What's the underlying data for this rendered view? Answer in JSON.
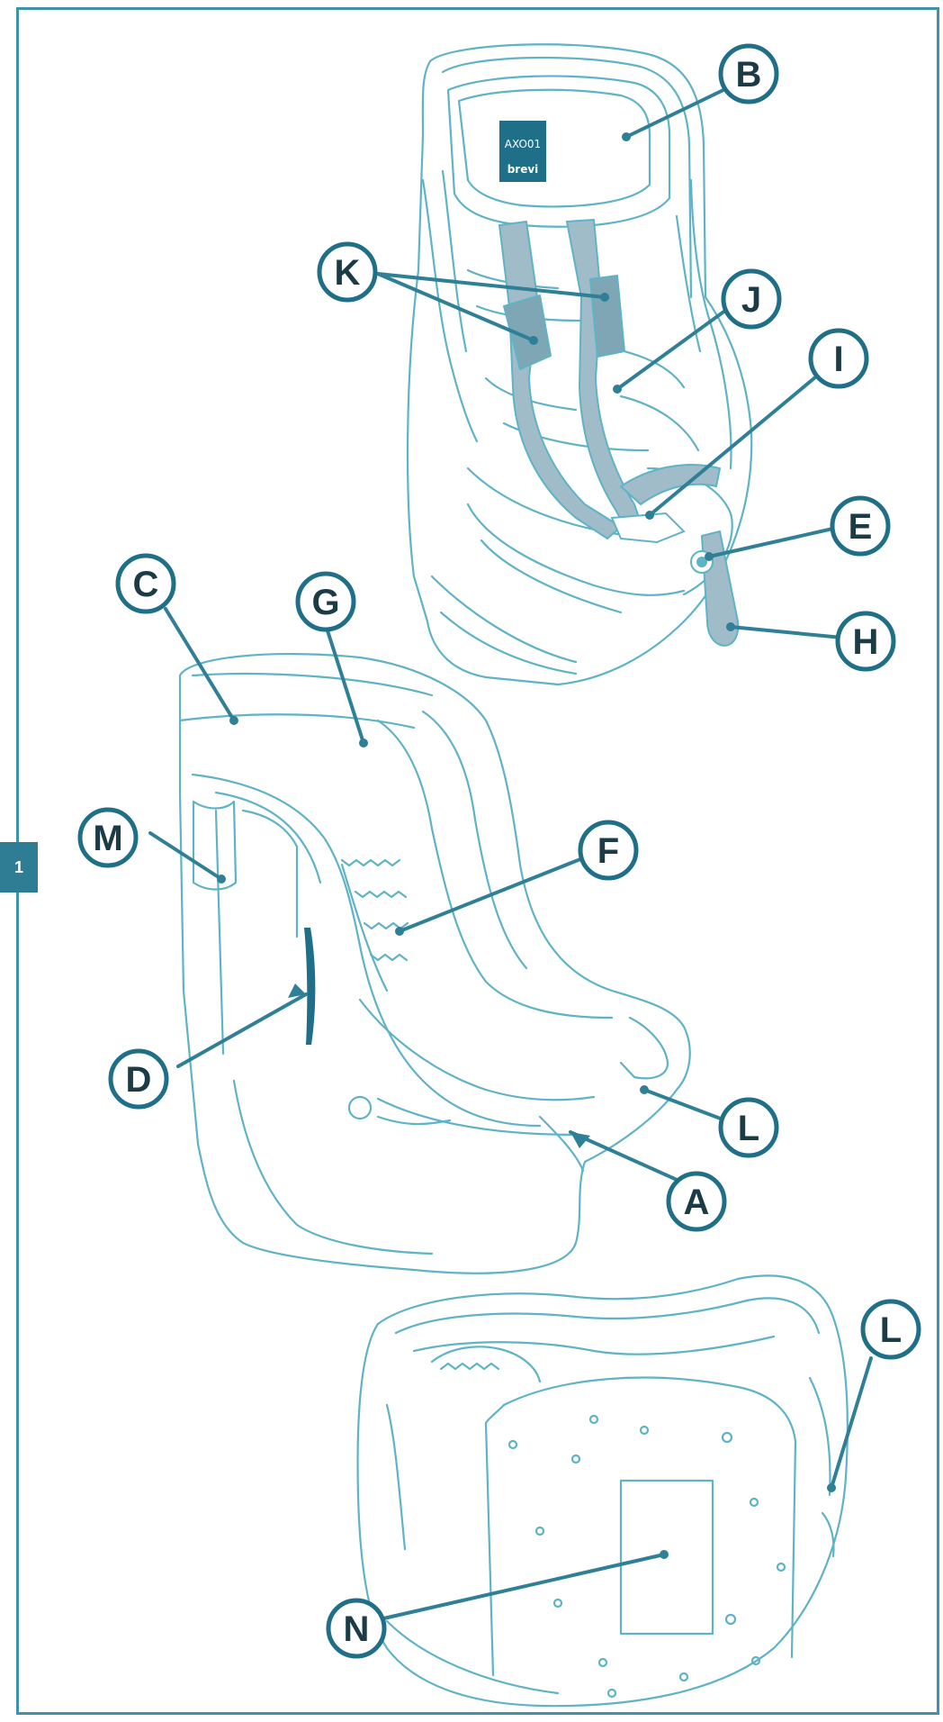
{
  "page_tab": "1",
  "colors": {
    "outline": "#5fb3c7",
    "accent": "#2f7f96",
    "strap": "#9fbcc8",
    "badge": "#1f6f88"
  },
  "logo": {
    "line1": "AXO01",
    "line2": "brevi"
  },
  "callouts": [
    "A",
    "B",
    "C",
    "D",
    "E",
    "F",
    "G",
    "H",
    "I",
    "J",
    "K",
    "L",
    "M",
    "N"
  ]
}
